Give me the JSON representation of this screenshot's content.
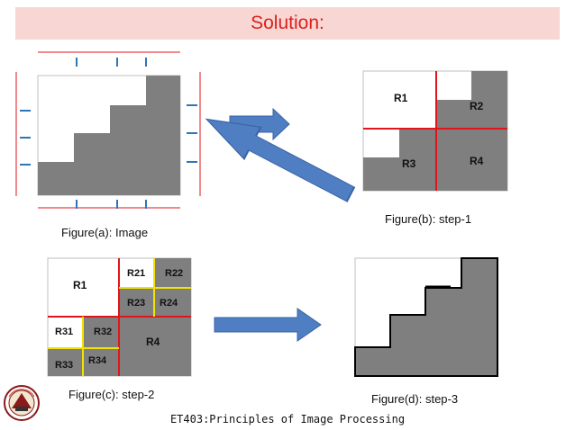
{
  "slide": {
    "title": "Solution:",
    "footer": "ET403:Principles of Image Processing"
  },
  "figures": {
    "a": {
      "caption": "Figure(a): Image"
    },
    "b": {
      "caption": "Figure(b): step-1",
      "labels": [
        "R1",
        "R2",
        "R3",
        "R4"
      ]
    },
    "c": {
      "caption": "Figure(c): step-2",
      "labels": [
        "R1",
        "R21",
        "R22",
        "R23",
        "R24",
        "R31",
        "R32",
        "R33",
        "R34",
        "R4"
      ]
    },
    "d": {
      "caption": "Figure(d): step-3"
    }
  },
  "colors": {
    "title_bar": "#f8d6d4",
    "title_text": "#d9221c",
    "gray_region": "#7f7f7f",
    "split_line_red": "#e0151b",
    "split_line_yellow": "#f2e400",
    "arrow_fill": "#4f7ec2",
    "tick_blue": "#2e75b6"
  },
  "icons": {
    "logo": "institution-seal-icon"
  }
}
